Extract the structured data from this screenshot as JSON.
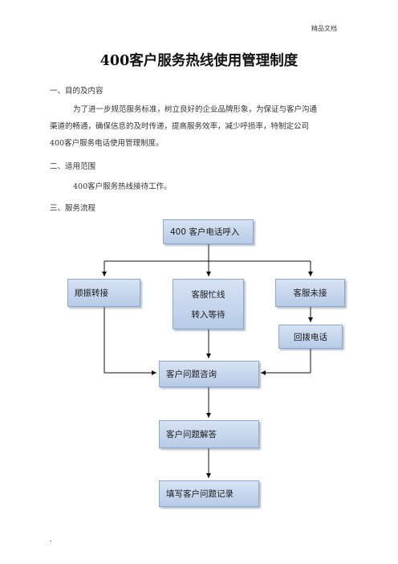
{
  "header_tag": "精品文档",
  "title": "400客户服务热线使用管理制度",
  "sections": {
    "s1_heading": "一、目的及内容",
    "s1_para_line1": "为了进一步规范服务标准，树立良好的企业品牌形象，为保证与客户沟通",
    "s1_para_line2": "渠道的畅通，确保信息的及时传递，提高服务效率，减少呼损率，特制定公司",
    "s1_para_line3": "400客户服务电话使用管理制度。",
    "s2_heading": "二、适用范围",
    "s2_para": "400客户服务热线接待工作。",
    "s3_heading": "三、服务流程"
  },
  "flowchart": {
    "start": "400 客户电话呼入",
    "branch_left": "顺振转接",
    "branch_mid_line1": "客服忙线",
    "branch_mid_line2": "转入等待",
    "branch_right": "客服未接",
    "callback": "回拨电话",
    "consult": "客户问题咨询",
    "answer": "客户问题解答",
    "record": "填写客户问题记录"
  },
  "footer_mark": "."
}
